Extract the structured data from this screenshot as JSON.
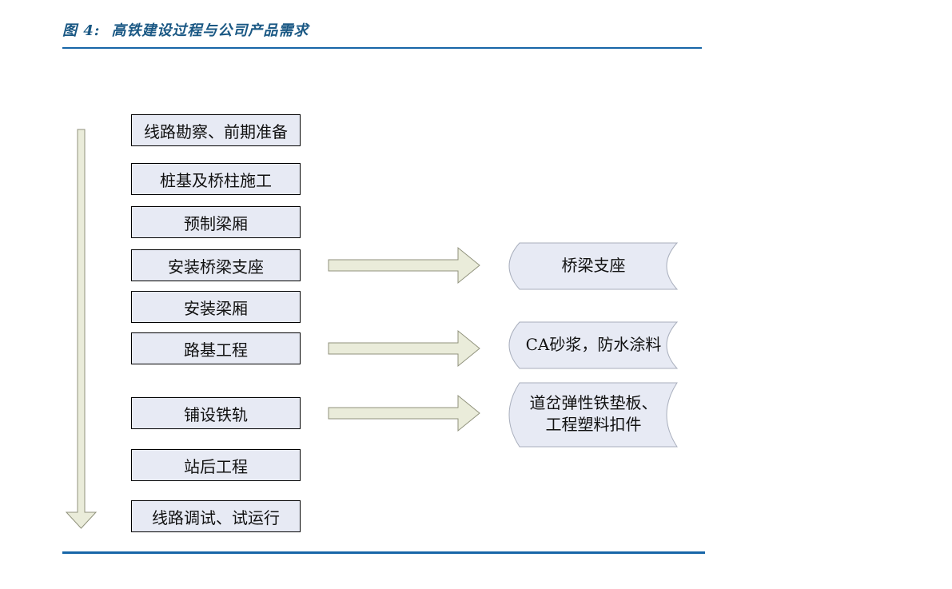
{
  "figure_header": {
    "label": "图 4:",
    "title": "高铁建设过程与公司产品需求"
  },
  "process_steps": [
    "线路勘察、前期准备",
    "桩基及桥柱施工",
    "预制梁厢",
    "安装桥梁支座",
    "安装梁厢",
    "路基工程",
    "铺设铁轨",
    "站后工程",
    "线路调试、试运行"
  ],
  "products": [
    {
      "line1": "桥梁支座",
      "line2": ""
    },
    {
      "line1": "CA砂浆，防水涂料",
      "line2": ""
    },
    {
      "line1": "道岔弹性铁垫板、",
      "line2": "工程塑料扣件"
    }
  ],
  "connections": [
    {
      "from": "安装桥梁支座",
      "to": "桥梁支座"
    },
    {
      "from": "路基工程",
      "to": "CA砂浆，防水涂料"
    },
    {
      "from": "铺设铁轨",
      "to": "道岔弹性铁垫板、工程塑料扣件"
    }
  ],
  "colors": {
    "title_blue": "#1a5884",
    "rule_blue": "#1766a8",
    "box_fill": "#e7eaf4",
    "box_border": "#000000",
    "arrow_fill": "#eaecda",
    "arrow_stroke": "#90927c",
    "product_fill": "#e7eaf4",
    "product_stroke": "#a9afbd"
  }
}
